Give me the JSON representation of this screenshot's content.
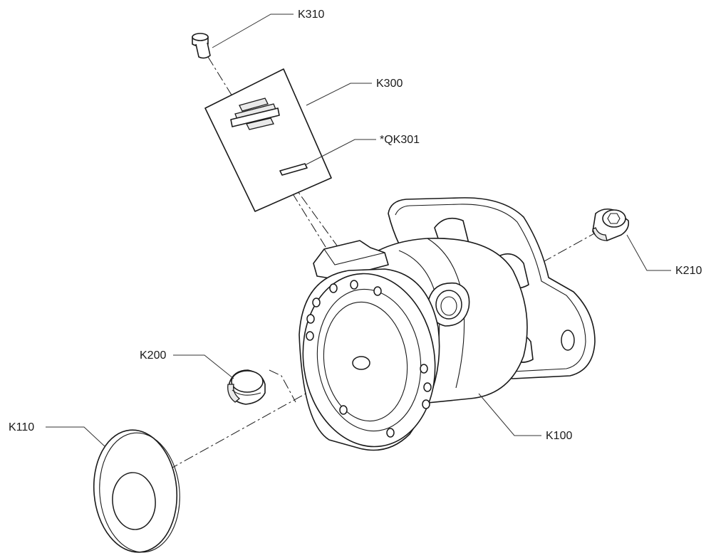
{
  "callouts": {
    "k310": "K310",
    "k300": "K300",
    "qk301": "*QK301",
    "k210": "K210",
    "k200": "K200",
    "k110": "K110",
    "k100": "K100"
  },
  "colors": {
    "line": "#1a1a1a",
    "background": "#ffffff",
    "shade": "#e9e9e9"
  }
}
